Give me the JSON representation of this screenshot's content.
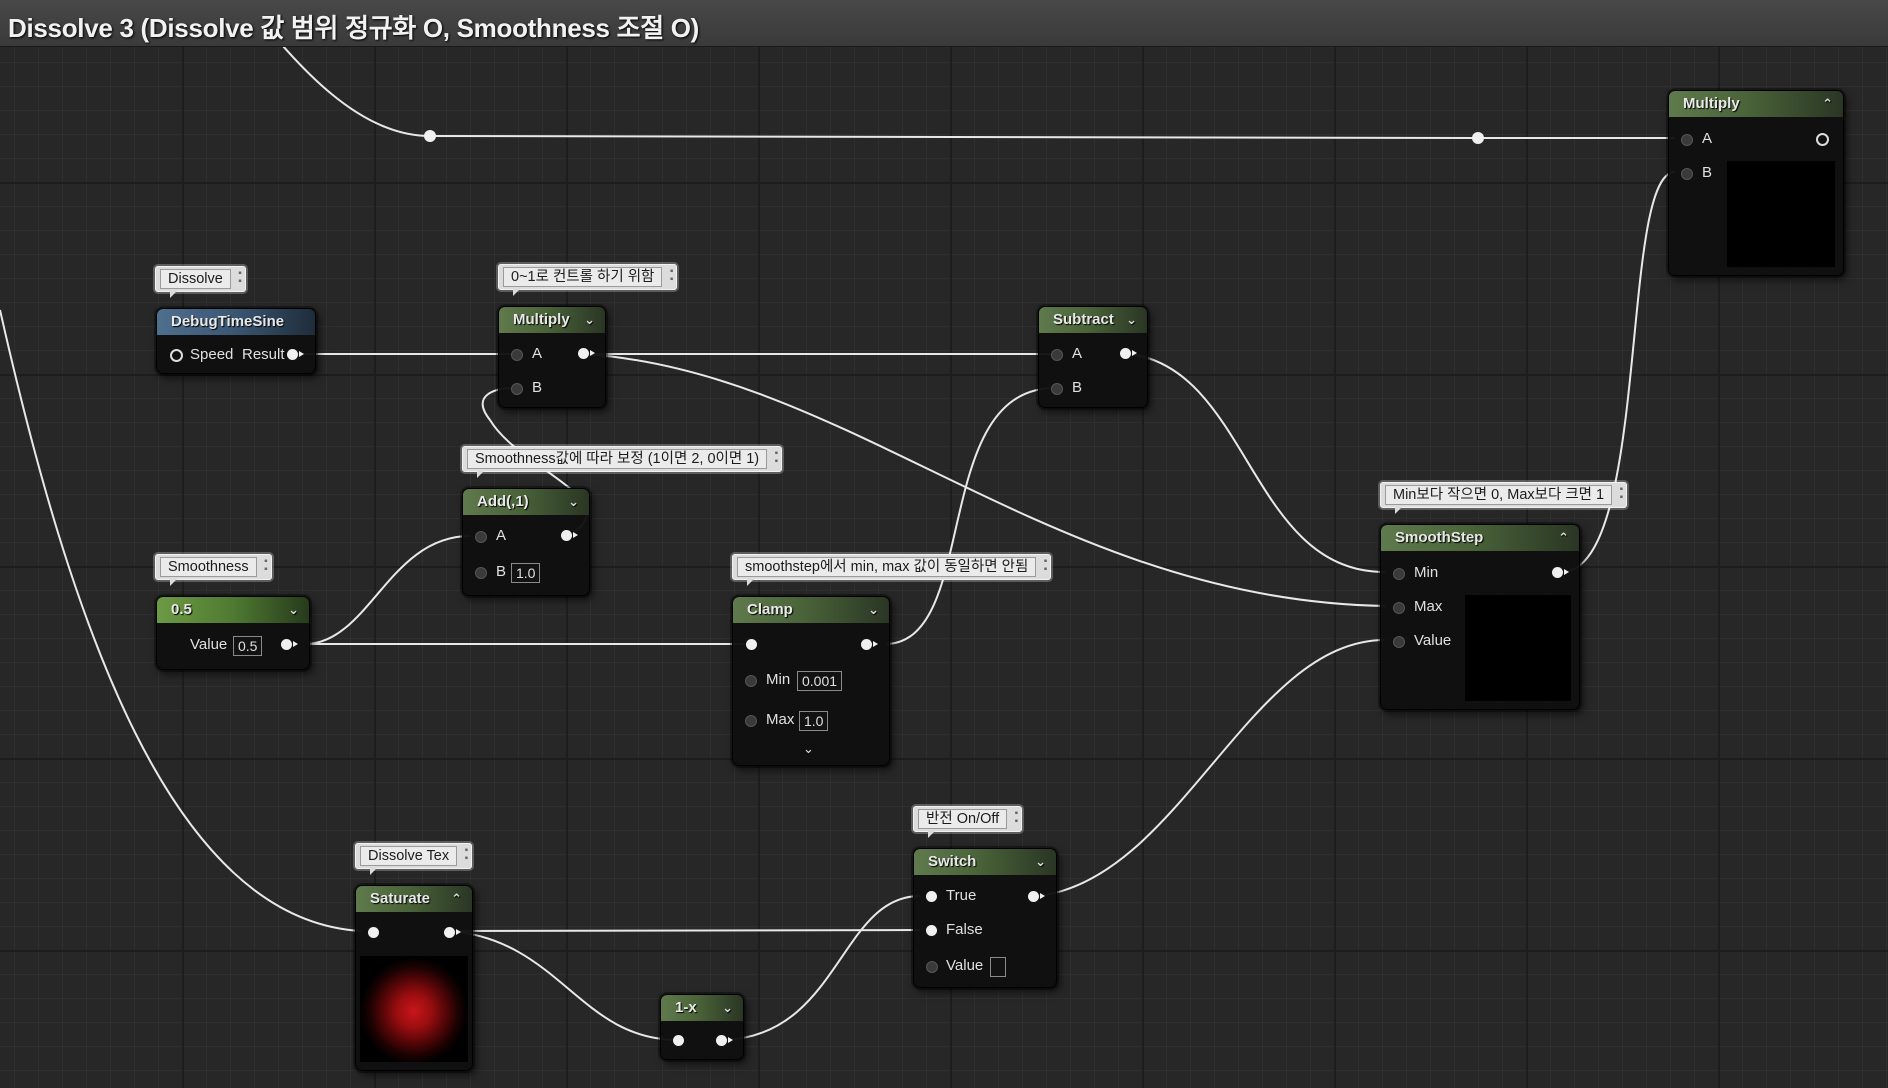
{
  "graph": {
    "title": "Dissolve 3 (Dissolve 값 범위 정규화 O, Smoothness 조절 O)"
  },
  "comments": {
    "dissolve": "Dissolve",
    "multiply_range": "0~1로 컨트롤 하기 위함",
    "smoothness_adjust": "Smoothness값에 따라 보정 (1이면 2, 0이면 1)",
    "smoothness": "Smoothness",
    "clamp_note": "smoothstep에서 min, max 값이 동일하면 안됨",
    "smoothstep_note": "Min보다 작으면 0, Max보다 크면 1",
    "invert": "반전 On/Off",
    "dissolve_tex": "Dissolve Tex"
  },
  "nodes": {
    "debug_time_sine": {
      "title": "DebugTimeSine",
      "speed": "Speed",
      "result": "Result"
    },
    "multiply_1": {
      "title": "Multiply",
      "a": "A",
      "b": "B"
    },
    "subtract": {
      "title": "Subtract",
      "a": "A",
      "b": "B"
    },
    "multiply_2": {
      "title": "Multiply",
      "a": "A",
      "b": "B"
    },
    "add": {
      "title": "Add(,1)",
      "a": "A",
      "b": "B",
      "b_value": "1.0"
    },
    "smoothness_const": {
      "title": "0.5",
      "label": "Value",
      "value": "0.5"
    },
    "clamp": {
      "title": "Clamp",
      "min_label": "Min",
      "min_value": "0.001",
      "max_label": "Max",
      "max_value": "1.0"
    },
    "smoothstep": {
      "title": "SmoothStep",
      "min": "Min",
      "max": "Max",
      "value": "Value"
    },
    "switch": {
      "title": "Switch",
      "true_label": "True",
      "false_label": "False",
      "value_label": "Value"
    },
    "one_minus": {
      "title": "1-x"
    },
    "saturate": {
      "title": "Saturate"
    }
  },
  "icons": {
    "collapse": "chevron-up-icon",
    "expand": "chevron-down-icon",
    "comment_pin": "pin-icon"
  },
  "colors": {
    "graph_bg": "#272727",
    "node_header_green": "#4a6339",
    "node_header_blue": "#3a5673",
    "wire": "#e8e8e8"
  }
}
